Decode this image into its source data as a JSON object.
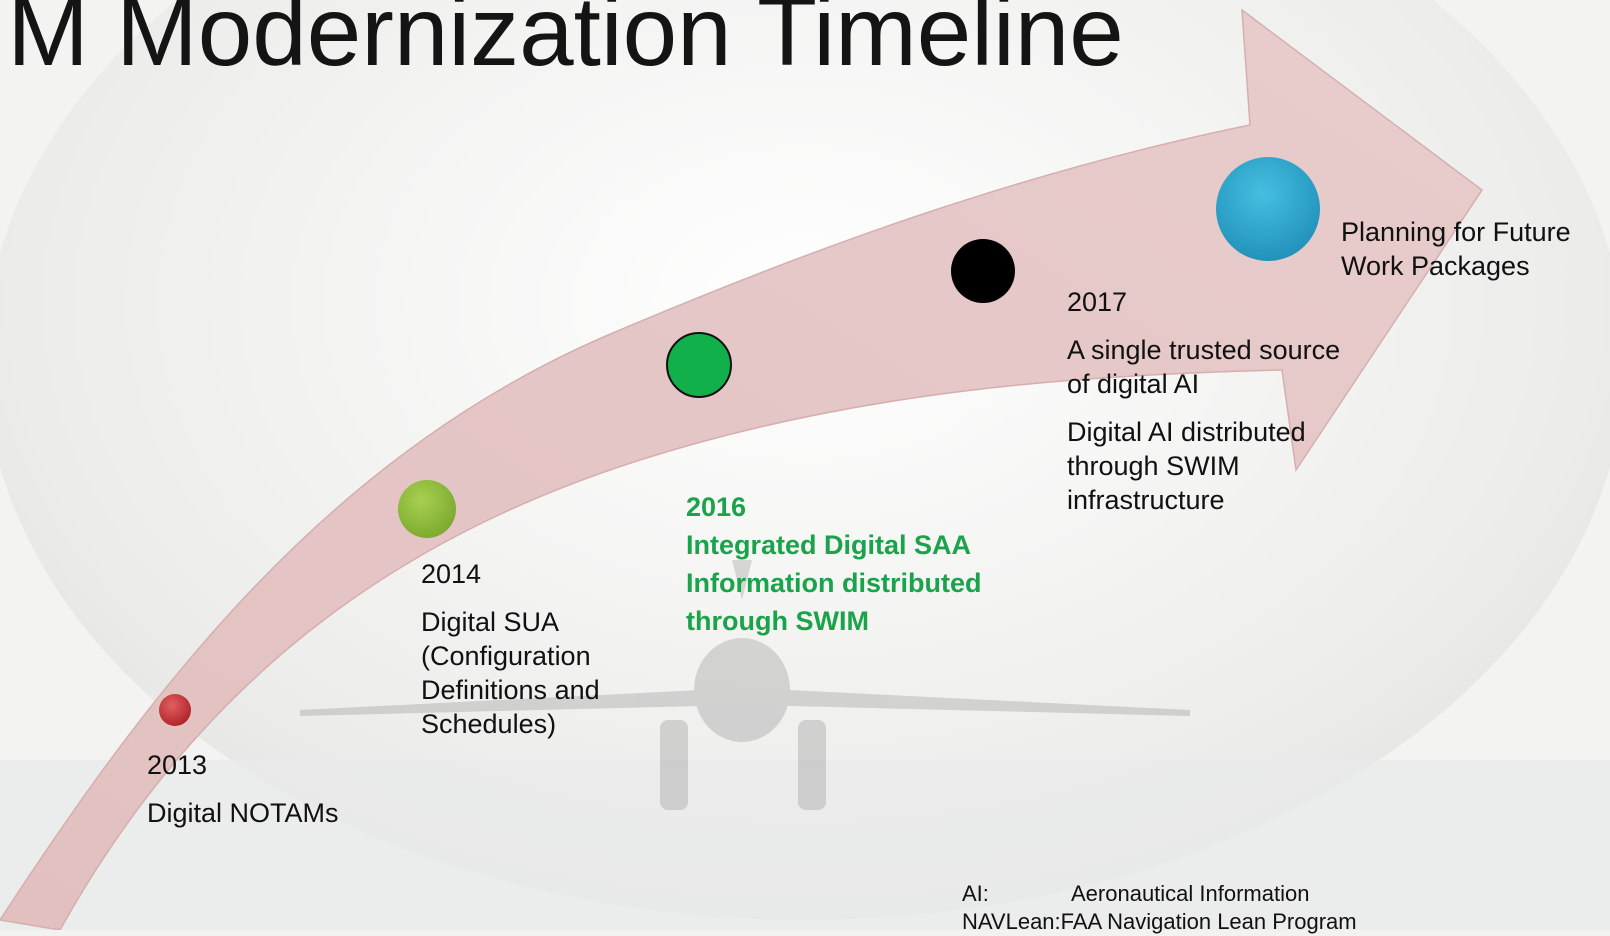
{
  "slide": {
    "title": "IM Modernization Timeline"
  },
  "milestones": [
    {
      "year": "2013",
      "lines": [
        "Digital NOTAMs"
      ],
      "color": "#c62d2f"
    },
    {
      "year": "2014",
      "lines": [
        "Digital SUA (Configuration Definitions and Schedules)"
      ],
      "color": "#8cba3a"
    },
    {
      "year": "2016",
      "lines": [
        "Integrated Digital SAA Information distributed through SWIM"
      ],
      "color": "#12b04a"
    },
    {
      "year": "2017",
      "lines": [
        "A single trusted source of digital AI",
        "Digital AI distributed through SWIM infrastructure"
      ],
      "color": "#000000"
    },
    {
      "year": "",
      "lines": [
        "Planning for Future Work Packages"
      ],
      "color": "#2aa3cc"
    }
  ],
  "footnotes": [
    {
      "abbr": "AI:",
      "text": "Aeronautical Information"
    },
    {
      "abbr": "NAVLean:",
      "text": "FAA Navigation Lean Program"
    }
  ],
  "colors": {
    "arrow_fill": "#e6c8c8",
    "arrow_stroke": "#d4a8a8",
    "highlight_text": "#1aa34b"
  }
}
